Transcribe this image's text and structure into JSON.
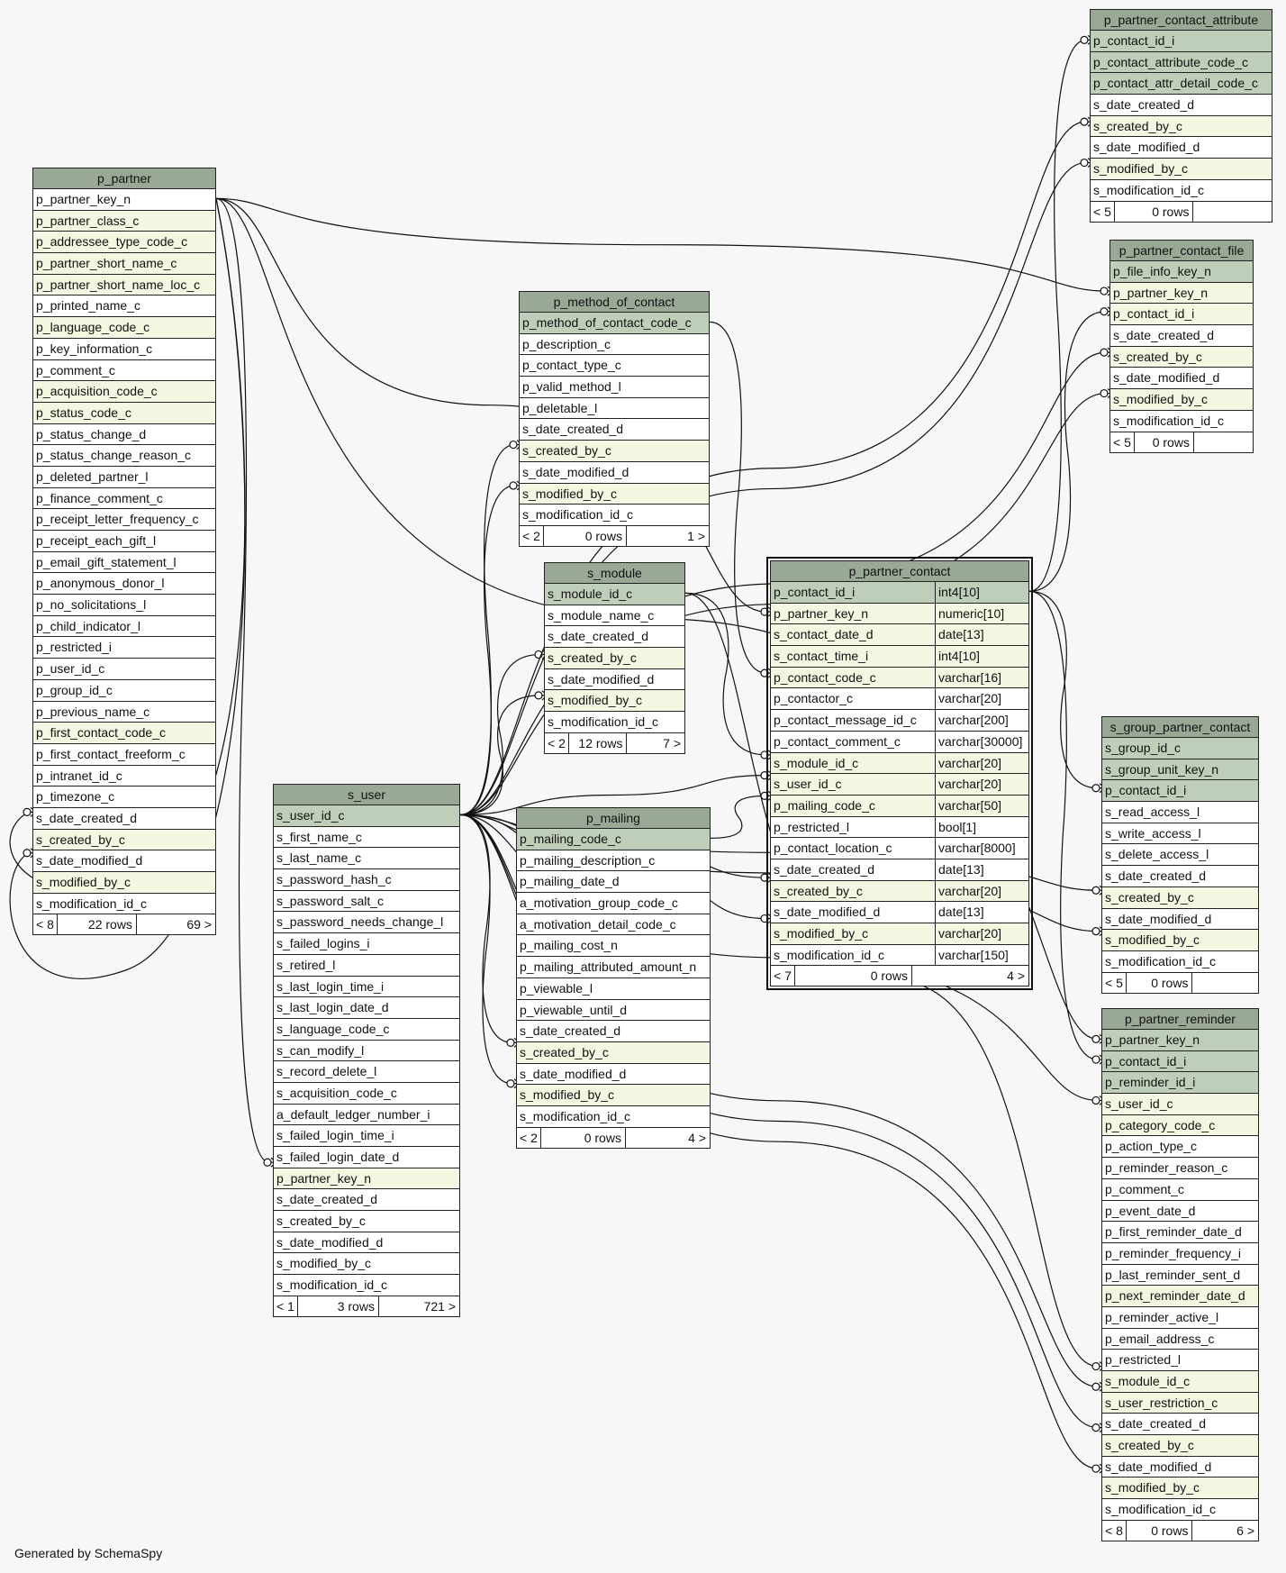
{
  "footer": {
    "credit": "Generated by SchemaSpy"
  },
  "tables": {
    "p_partner": {
      "name": "p_partner",
      "columns": [
        "p_partner_key_n",
        "p_partner_class_c",
        "p_addressee_type_code_c",
        "p_partner_short_name_c",
        "p_partner_short_name_loc_c",
        "p_printed_name_c",
        "p_language_code_c",
        "p_key_information_c",
        "p_comment_c",
        "p_acquisition_code_c",
        "p_status_code_c",
        "p_status_change_d",
        "p_status_change_reason_c",
        "p_deleted_partner_l",
        "p_finance_comment_c",
        "p_receipt_letter_frequency_c",
        "p_receipt_each_gift_l",
        "p_email_gift_statement_l",
        "p_anonymous_donor_l",
        "p_no_solicitations_l",
        "p_child_indicator_l",
        "p_restricted_i",
        "p_user_id_c",
        "p_group_id_c",
        "p_previous_name_c",
        "p_first_contact_code_c",
        "p_first_contact_freeform_c",
        "p_intranet_id_c",
        "p_timezone_c",
        "s_date_created_d",
        "s_created_by_c",
        "s_date_modified_d",
        "s_modified_by_c",
        "s_modification_id_c"
      ],
      "footer": [
        "< 8",
        "22 rows",
        "69 >"
      ]
    },
    "s_user": {
      "name": "s_user",
      "columns": [
        "s_user_id_c",
        "s_first_name_c",
        "s_last_name_c",
        "s_password_hash_c",
        "s_password_salt_c",
        "s_password_needs_change_l",
        "s_failed_logins_i",
        "s_retired_l",
        "s_last_login_time_i",
        "s_last_login_date_d",
        "s_language_code_c",
        "s_can_modify_l",
        "s_record_delete_l",
        "s_acquisition_code_c",
        "a_default_ledger_number_i",
        "s_failed_login_time_i",
        "s_failed_login_date_d",
        "p_partner_key_n",
        "s_date_created_d",
        "s_created_by_c",
        "s_date_modified_d",
        "s_modified_by_c",
        "s_modification_id_c"
      ],
      "footer": [
        "< 1",
        "3 rows",
        "721 >"
      ]
    },
    "p_method_of_contact": {
      "name": "p_method_of_contact",
      "columns": [
        "p_method_of_contact_code_c",
        "p_description_c",
        "p_contact_type_c",
        "p_valid_method_l",
        "p_deletable_l",
        "s_date_created_d",
        "s_created_by_c",
        "s_date_modified_d",
        "s_modified_by_c",
        "s_modification_id_c"
      ],
      "footer": [
        "< 2",
        "0 rows",
        "1 >"
      ]
    },
    "s_module": {
      "name": "s_module",
      "columns": [
        "s_module_id_c",
        "s_module_name_c",
        "s_date_created_d",
        "s_created_by_c",
        "s_date_modified_d",
        "s_modified_by_c",
        "s_modification_id_c"
      ],
      "footer": [
        "< 2",
        "12 rows",
        "7 >"
      ]
    },
    "p_mailing": {
      "name": "p_mailing",
      "columns": [
        "p_mailing_code_c",
        "p_mailing_description_c",
        "p_mailing_date_d",
        "a_motivation_group_code_c",
        "a_motivation_detail_code_c",
        "p_mailing_cost_n",
        "p_mailing_attributed_amount_n",
        "p_viewable_l",
        "p_viewable_until_d",
        "s_date_created_d",
        "s_created_by_c",
        "s_date_modified_d",
        "s_modified_by_c",
        "s_modification_id_c"
      ],
      "footer": [
        "< 2",
        "0 rows",
        "4 >"
      ]
    },
    "p_partner_contact": {
      "name": "p_partner_contact",
      "columns": [
        "p_contact_id_i",
        "p_partner_key_n",
        "s_contact_date_d",
        "s_contact_time_i",
        "p_contact_code_c",
        "p_contactor_c",
        "p_contact_message_id_c",
        "p_contact_comment_c",
        "s_module_id_c",
        "s_user_id_c",
        "p_mailing_code_c",
        "p_restricted_l",
        "p_contact_location_c",
        "s_date_created_d",
        "s_created_by_c",
        "s_date_modified_d",
        "s_modified_by_c",
        "s_modification_id_c"
      ],
      "types": [
        "int4[10]",
        "numeric[10]",
        "date[13]",
        "int4[10]",
        "varchar[16]",
        "varchar[20]",
        "varchar[200]",
        "varchar[30000]",
        "varchar[20]",
        "varchar[20]",
        "varchar[50]",
        "bool[1]",
        "varchar[8000]",
        "date[13]",
        "varchar[20]",
        "date[13]",
        "varchar[20]",
        "varchar[150]"
      ],
      "footer": [
        "< 7",
        "0 rows",
        "4 >"
      ]
    },
    "p_partner_contact_attribute": {
      "name": "p_partner_contact_attribute",
      "columns": [
        "p_contact_id_i",
        "p_contact_attribute_code_c",
        "p_contact_attr_detail_code_c",
        "s_date_created_d",
        "s_created_by_c",
        "s_date_modified_d",
        "s_modified_by_c",
        "s_modification_id_c"
      ],
      "footer": [
        "< 5",
        "0 rows",
        ""
      ]
    },
    "p_partner_contact_file": {
      "name": "p_partner_contact_file",
      "columns": [
        "p_file_info_key_n",
        "p_partner_key_n",
        "p_contact_id_i",
        "s_date_created_d",
        "s_created_by_c",
        "s_date_modified_d",
        "s_modified_by_c",
        "s_modification_id_c"
      ],
      "footer": [
        "< 5",
        "0 rows",
        ""
      ]
    },
    "s_group_partner_contact": {
      "name": "s_group_partner_contact",
      "columns": [
        "s_group_id_c",
        "s_group_unit_key_n",
        "p_contact_id_i",
        "s_read_access_l",
        "s_write_access_l",
        "s_delete_access_l",
        "s_date_created_d",
        "s_created_by_c",
        "s_date_modified_d",
        "s_modified_by_c",
        "s_modification_id_c"
      ],
      "footer": [
        "< 5",
        "0 rows",
        ""
      ]
    },
    "p_partner_reminder": {
      "name": "p_partner_reminder",
      "columns": [
        "p_partner_key_n",
        "p_contact_id_i",
        "p_reminder_id_i",
        "s_user_id_c",
        "p_category_code_c",
        "p_action_type_c",
        "p_reminder_reason_c",
        "p_comment_c",
        "p_event_date_d",
        "p_first_reminder_date_d",
        "p_reminder_frequency_i",
        "p_last_reminder_sent_d",
        "p_next_reminder_date_d",
        "p_reminder_active_l",
        "p_email_address_c",
        "p_restricted_l",
        "s_module_id_c",
        "s_user_restriction_c",
        "s_date_created_d",
        "s_created_by_c",
        "s_date_modified_d",
        "s_modified_by_c",
        "s_modification_id_c"
      ],
      "footer": [
        "< 8",
        "0 rows",
        "6 >"
      ]
    }
  }
}
